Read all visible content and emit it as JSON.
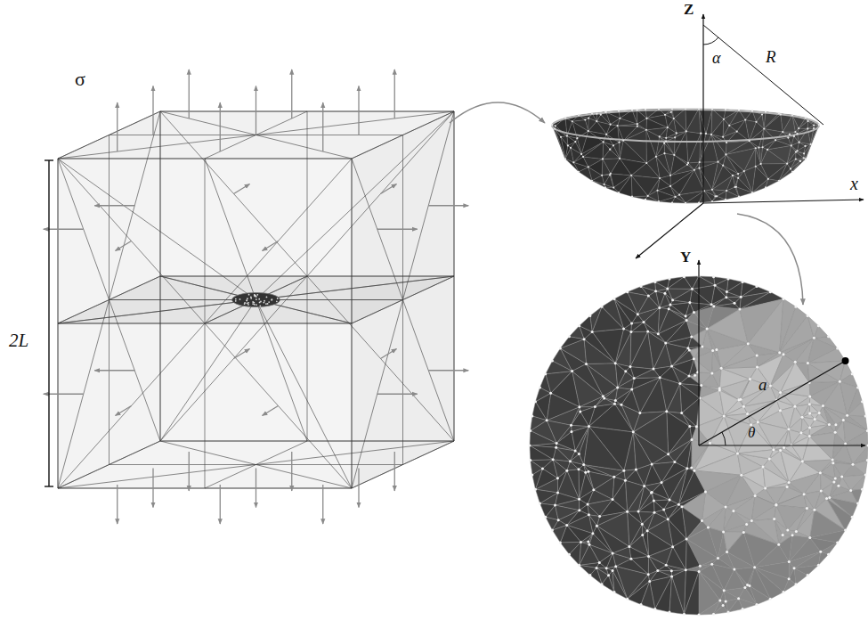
{
  "diagram": {
    "labels": [
      "σ",
      "2L",
      "Z",
      "α",
      "R",
      "x",
      "Y",
      "a",
      "θ"
    ]
  }
}
